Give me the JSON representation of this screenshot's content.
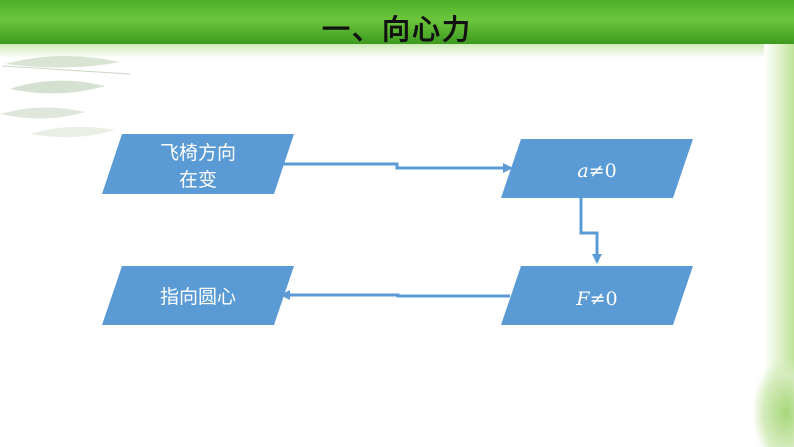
{
  "slide": {
    "title": "一、向心力"
  },
  "diagram": {
    "nodes": [
      {
        "id": "n1",
        "lines": [
          "飞椅方向",
          "在变"
        ]
      },
      {
        "id": "n2",
        "var": "a",
        "rel": "≠0"
      },
      {
        "id": "n3",
        "var": "F",
        "rel": "≠0"
      },
      {
        "id": "n4",
        "lines": [
          "指向圆心"
        ]
      }
    ],
    "edges": [
      {
        "from": "n1",
        "to": "n2"
      },
      {
        "from": "n2",
        "to": "n3"
      },
      {
        "from": "n3",
        "to": "n4"
      }
    ],
    "colors": {
      "node_fill": "#5b9bd5",
      "edge": "#5b9bd5",
      "header": "#4caf2a"
    }
  }
}
